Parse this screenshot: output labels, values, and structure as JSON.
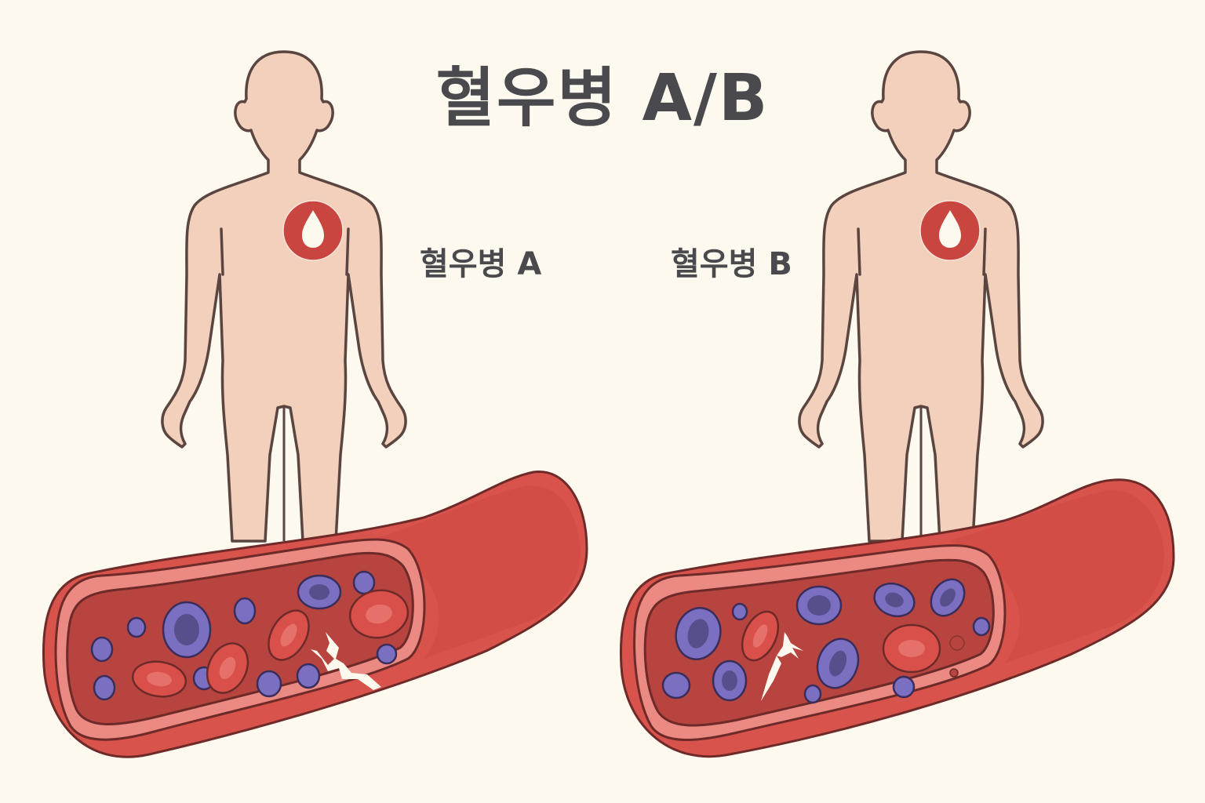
{
  "title": "혈우병 A/B",
  "colors": {
    "background": "#fdf9ee",
    "skin": "#f2d0bc",
    "outline": "#5a4540",
    "vessel_outer": "#d9534d",
    "vessel_inner": "#b84440",
    "vessel_wall": "#ea8a82",
    "red_cell": "#d9504b",
    "purple_cell": "#7a6fc0",
    "purple_cell_core": "#574f8c",
    "drop_badge": "#c9453f",
    "text": "#4a4a4e"
  },
  "panels": [
    {
      "id": "a",
      "label": "혈우병 A",
      "icon": "blood-drop-icon",
      "vessel_damage": "crack"
    },
    {
      "id": "b",
      "label": "혈우병 B",
      "icon": "blood-drop-icon",
      "vessel_damage": "crack"
    }
  ]
}
